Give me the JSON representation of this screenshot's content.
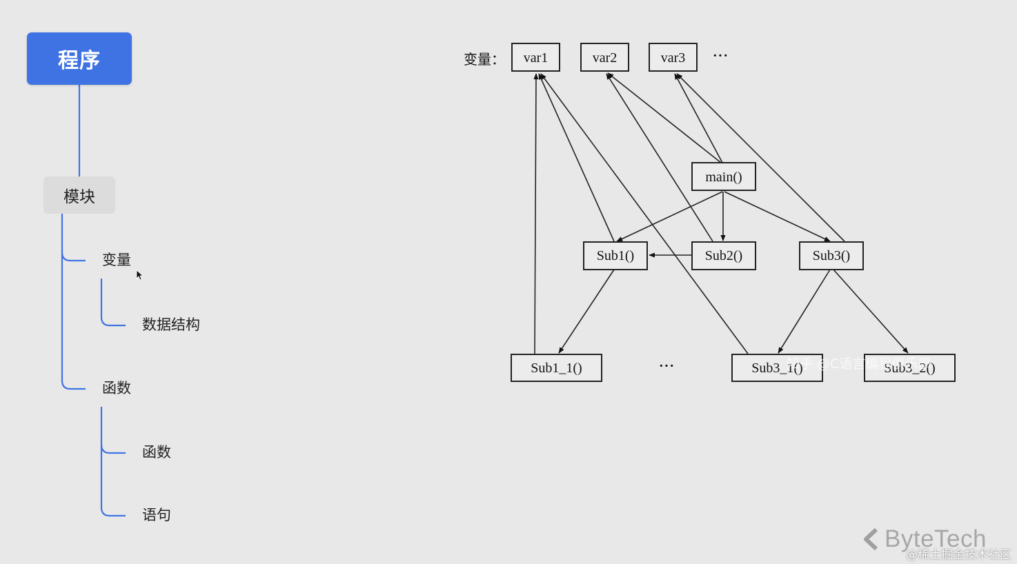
{
  "mind_map": {
    "root": "程序",
    "module": "模块",
    "branches": {
      "variables": "变量",
      "data_structures": "数据结构",
      "functions_group": "函数",
      "functions_leaf": "函数",
      "statements": "语句"
    },
    "accent_color": "#3f73e3"
  },
  "diagram": {
    "var_prefix": "变量：",
    "variables": [
      "var1",
      "var2",
      "var3"
    ],
    "var_ellipsis": "···",
    "main": "main()",
    "subs": [
      "Sub1()",
      "Sub2()",
      "Sub3()"
    ],
    "leaves": [
      "Sub1_1()",
      "Sub3_1()",
      "Sub3_2()"
    ],
    "leaf_ellipsis": "···",
    "watermark": "知乎 @C语言编程俱乐部"
  },
  "footer": {
    "brand_icon": "bytetech-logo-icon",
    "brand_name": "ByteTech",
    "credit": "@稀土掘金技术社区"
  }
}
